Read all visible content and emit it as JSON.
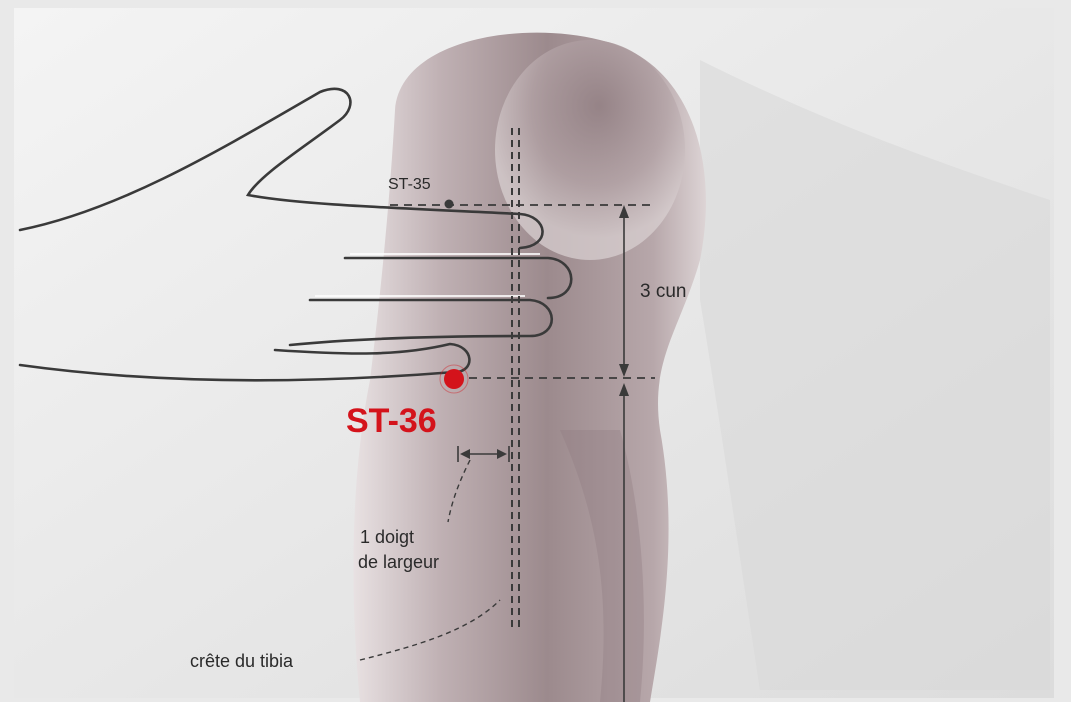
{
  "labels": {
    "st35": "ST-35",
    "st36": "ST-36",
    "cun": "3 cun",
    "doigt_line1": "1 doigt",
    "doigt_line2": "de largeur",
    "tibia": "crête du tibia"
  },
  "colors": {
    "background": "#e9e9e9",
    "paper": "#f2f2f2",
    "skin_dark": "#a38f92",
    "skin_light": "#e8dfe0",
    "line": "#3a3a3a",
    "accent": "#d4131b"
  }
}
